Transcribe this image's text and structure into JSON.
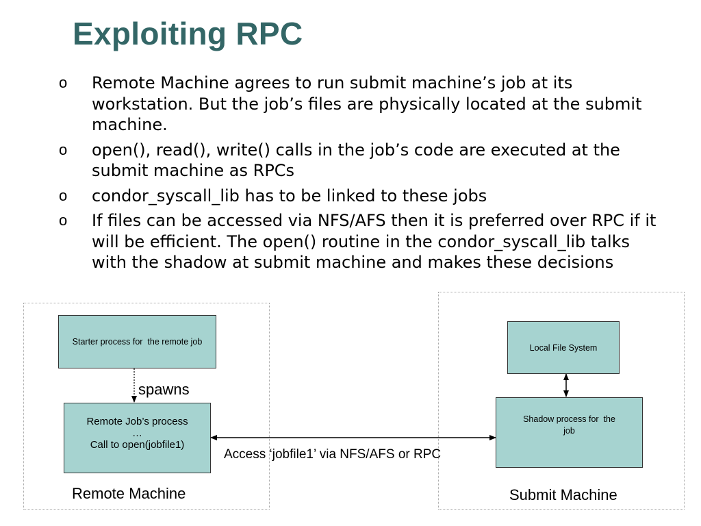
{
  "title": "Exploiting RPC",
  "bullet_marker": "o",
  "bullets": [
    "Remote Machine agrees to run submit machine’s job at its workstation. But the job’s files are physically located at the submit machine.",
    "open(), read(), write() calls in the job’s code are executed at the submit machine as RPCs",
    "condor_syscall_lib has to be linked to these jobs",
    "If files can be accessed via NFS/AFS then it is preferred over RPC if it will be efficient. The open() routine in the condor_syscall_lib talks with the shadow at submit machine and makes these decisions"
  ],
  "diagram": {
    "starter_box": "Starter process for  the remote job",
    "spawns_label": "spawns",
    "remote_job_box": {
      "line1": "Remote Job’s process",
      "line2": "…",
      "line3": "Call to open(jobfile1)"
    },
    "access_label": "Access ‘jobfile1’ via NFS/AFS or RPC",
    "local_fs_box": "Local File System",
    "shadow_box": {
      "line1": "Shadow process for  the",
      "line2": "job"
    },
    "remote_machine_label": "Remote Machine",
    "submit_machine_label": "Submit Machine",
    "box_fill": "#a6d3d0",
    "title_color": "#336666"
  }
}
